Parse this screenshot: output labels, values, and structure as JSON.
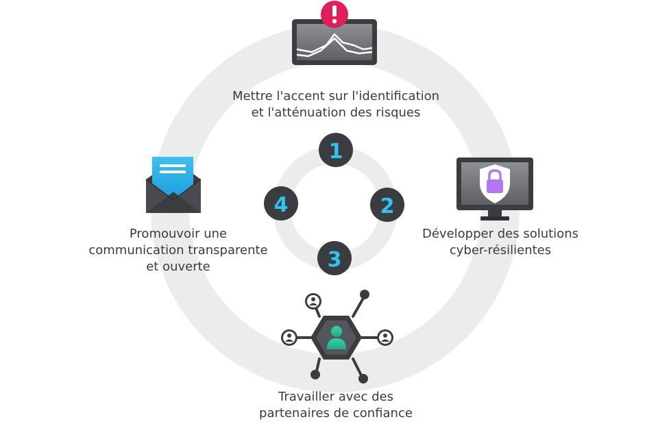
{
  "steps": [
    {
      "number": "1",
      "title_lines": [
        "Mettre l'accent sur l'identification",
        "et l'atténuation des risques"
      ],
      "icon": "alert-chart-monitor-icon"
    },
    {
      "number": "2",
      "title_lines": [
        "Développer des solutions",
        "cyber-résilientes"
      ],
      "icon": "shield-lock-monitor-icon"
    },
    {
      "number": "3",
      "title_lines": [
        "Travailler avec des",
        "partenaires de confiance"
      ],
      "icon": "partner-network-icon"
    },
    {
      "number": "4",
      "title_lines": [
        "Promouvoir une",
        "communication transparente",
        "et ouverte"
      ],
      "icon": "envelope-message-icon"
    }
  ],
  "colors": {
    "ring": "#ececec",
    "node": "#3b3c40",
    "number": "#2ec4ef",
    "text": "#3a3a42",
    "alert": "#e01e5a",
    "accent_blue": "#2fb0e8",
    "lock": "#b079ef",
    "person": "#2fc39a"
  }
}
